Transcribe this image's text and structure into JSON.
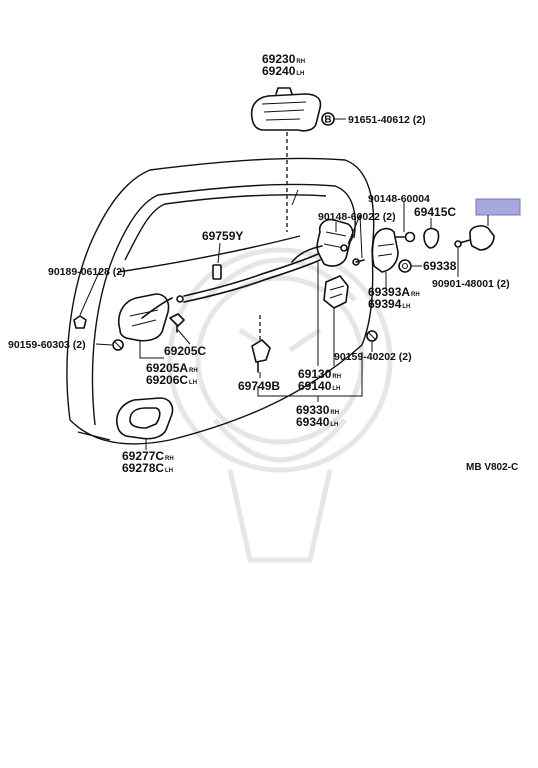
{
  "parts": [
    {
      "id": "p69230",
      "number": "69230",
      "variant": "RH"
    },
    {
      "id": "p69240",
      "number": "69240",
      "variant": "LH"
    },
    {
      "id": "p91651",
      "number": "91651-40612 (2)",
      "variant": ""
    },
    {
      "id": "p90148_60004",
      "number": "90148-60004",
      "variant": ""
    },
    {
      "id": "p69415C",
      "number": "69415C",
      "variant": ""
    },
    {
      "id": "p90148_60022",
      "number": "90148-60022 (2)",
      "variant": ""
    },
    {
      "id": "p69759Y",
      "number": "69759Y",
      "variant": ""
    },
    {
      "id": "p90189",
      "number": "90189-06128 (2)",
      "variant": ""
    },
    {
      "id": "p69338",
      "number": "69338",
      "variant": ""
    },
    {
      "id": "p90901",
      "number": "90901-48001 (2)",
      "variant": ""
    },
    {
      "id": "p69393A",
      "number": "69393A",
      "variant": "RH"
    },
    {
      "id": "p69394",
      "number": "69394",
      "variant": "LH"
    },
    {
      "id": "p90159_60303",
      "number": "90159-60303 (2)",
      "variant": ""
    },
    {
      "id": "p69205C",
      "number": "69205C",
      "variant": ""
    },
    {
      "id": "p69205A",
      "number": "69205A",
      "variant": "RH"
    },
    {
      "id": "p69206C",
      "number": "69206C",
      "variant": "LH"
    },
    {
      "id": "p90159_40202",
      "number": "90159-40202 (2)",
      "variant": ""
    },
    {
      "id": "p69749B",
      "number": "69749B",
      "variant": ""
    },
    {
      "id": "p69130",
      "number": "69130",
      "variant": "RH"
    },
    {
      "id": "p69140",
      "number": "69140",
      "variant": "LH"
    },
    {
      "id": "p69330",
      "number": "69330",
      "variant": "RH"
    },
    {
      "id": "p69340",
      "number": "69340",
      "variant": "LH"
    },
    {
      "id": "p69277C",
      "number": "69277C",
      "variant": "RH"
    },
    {
      "id": "p69278C",
      "number": "69278C",
      "variant": "LH"
    }
  ],
  "reference_code": "MB V802-C",
  "marker_symbol": "B",
  "colors": {
    "line": "#111111",
    "highlight_box": "#a8a8e0",
    "watermark": "#e6e6e6"
  }
}
